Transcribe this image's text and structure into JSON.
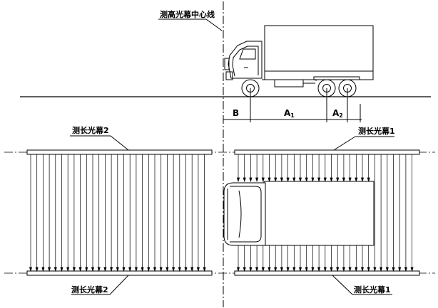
{
  "labels": {
    "height_curtain_centerline": "测高光幕中心线",
    "length_curtain_2_top": "测长光幕2",
    "length_curtain_1_top": "测长光幕1",
    "length_curtain_2_bottom": "测长光幕2",
    "length_curtain_1_bottom": "测长光幕1"
  },
  "dimensions": {
    "b": "B",
    "a1_letter": "A",
    "a1_sub": "1",
    "a2_letter": "A",
    "a2_sub": "2"
  },
  "colors": {
    "line": "#000000",
    "background": "#ffffff"
  }
}
